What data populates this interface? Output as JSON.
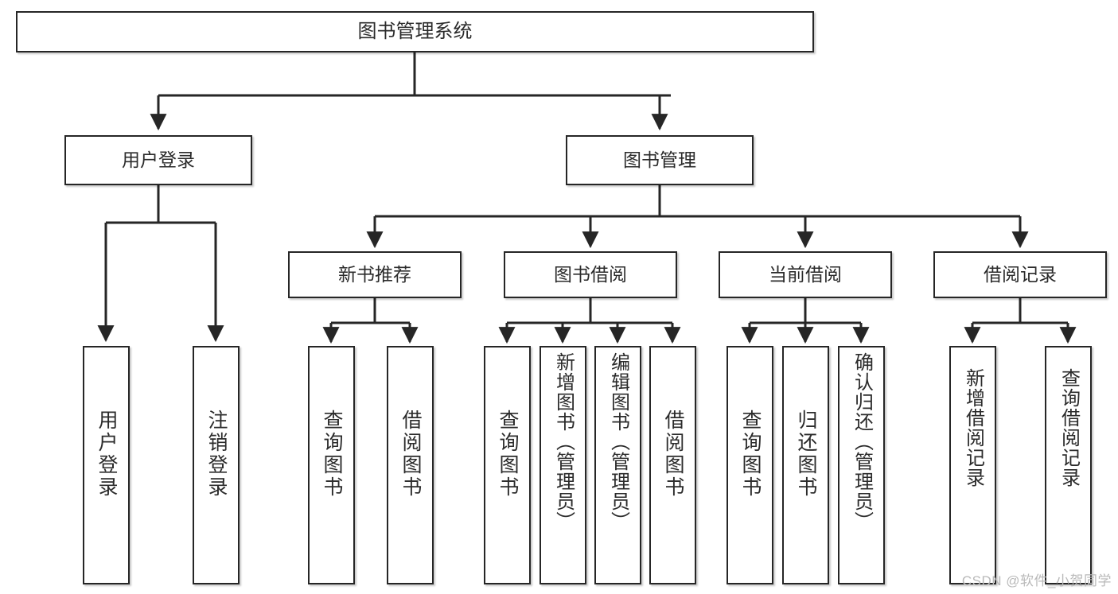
{
  "diagram": {
    "type": "tree-hierarchy",
    "title": "图书管理系统",
    "watermark": "CSDN @软件_小贺同学",
    "colors": {
      "box_border": "#262626",
      "box_fill": "#ffffff",
      "edge": "#262626",
      "text": "#2b2b2b",
      "watermark": "#b9b9b9"
    },
    "root": {
      "label": "图书管理系统"
    },
    "level2": [
      {
        "id": "user-login",
        "label": "用户登录"
      },
      {
        "id": "book-manage",
        "label": "图书管理"
      }
    ],
    "level3": [
      {
        "id": "new-book-recommend",
        "label": "新书推荐"
      },
      {
        "id": "book-borrow",
        "label": "图书借阅"
      },
      {
        "id": "current-borrow",
        "label": "当前借阅"
      },
      {
        "id": "borrow-record",
        "label": "借阅记录"
      }
    ],
    "leaves": {
      "user_login": [
        {
          "id": "leaf-user-login",
          "label": "用户登录"
        },
        {
          "id": "leaf-logout",
          "label": "注销登录"
        }
      ],
      "new_book_recommend": [
        {
          "id": "leaf-query-book-1",
          "label": "查询图书"
        },
        {
          "id": "leaf-borrow-book-1",
          "label": "借阅图书"
        }
      ],
      "book_borrow": [
        {
          "id": "leaf-query-book-2",
          "label": "查询图书"
        },
        {
          "id": "leaf-add-book",
          "label": "新增图书（管理员）"
        },
        {
          "id": "leaf-edit-book",
          "label": "编辑图书（管理员）"
        },
        {
          "id": "leaf-borrow-book-2",
          "label": "借阅图书"
        }
      ],
      "current_borrow": [
        {
          "id": "leaf-query-book-3",
          "label": "查询图书"
        },
        {
          "id": "leaf-return-book",
          "label": "归还图书"
        },
        {
          "id": "leaf-confirm-return",
          "label": "确认归还（管理员）"
        }
      ],
      "borrow_record": [
        {
          "id": "leaf-add-record",
          "label": "新增借阅记录"
        },
        {
          "id": "leaf-query-record",
          "label": "查询借阅记录"
        }
      ]
    }
  }
}
